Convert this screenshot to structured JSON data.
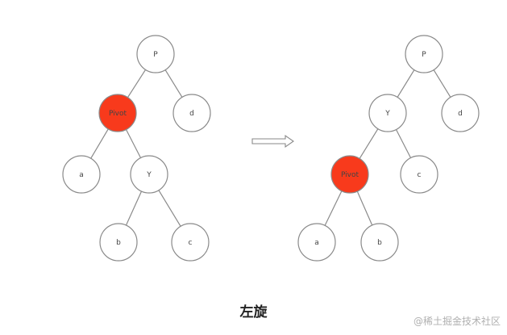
{
  "caption": "左旋",
  "watermark": "@稀土掘金技术社区",
  "colors": {
    "pivot_fill": "#f83a1c",
    "node_fill": "#ffffff",
    "stroke": "#8a8a8a"
  },
  "trees": [
    {
      "name": "before",
      "nodes": [
        {
          "id": "P",
          "label": "P",
          "highlight": false
        },
        {
          "id": "Pivot",
          "label": "Pivot",
          "highlight": true
        },
        {
          "id": "d",
          "label": "d",
          "highlight": false
        },
        {
          "id": "a",
          "label": "a",
          "highlight": false
        },
        {
          "id": "Y",
          "label": "Y",
          "highlight": false
        },
        {
          "id": "b",
          "label": "b",
          "highlight": false
        },
        {
          "id": "c",
          "label": "c",
          "highlight": false
        }
      ],
      "edges": [
        [
          "P",
          "Pivot"
        ],
        [
          "P",
          "d"
        ],
        [
          "Pivot",
          "a"
        ],
        [
          "Pivot",
          "Y"
        ],
        [
          "Y",
          "b"
        ],
        [
          "Y",
          "c"
        ]
      ]
    },
    {
      "name": "after",
      "nodes": [
        {
          "id": "P",
          "label": "P",
          "highlight": false
        },
        {
          "id": "Y",
          "label": "Y",
          "highlight": false
        },
        {
          "id": "d",
          "label": "d",
          "highlight": false
        },
        {
          "id": "Pivot",
          "label": "Pivot",
          "highlight": true
        },
        {
          "id": "c",
          "label": "c",
          "highlight": false
        },
        {
          "id": "a",
          "label": "a",
          "highlight": false
        },
        {
          "id": "b",
          "label": "b",
          "highlight": false
        }
      ],
      "edges": [
        [
          "P",
          "Y"
        ],
        [
          "P",
          "d"
        ],
        [
          "Y",
          "Pivot"
        ],
        [
          "Y",
          "c"
        ],
        [
          "Pivot",
          "a"
        ],
        [
          "Pivot",
          "b"
        ]
      ]
    }
  ]
}
